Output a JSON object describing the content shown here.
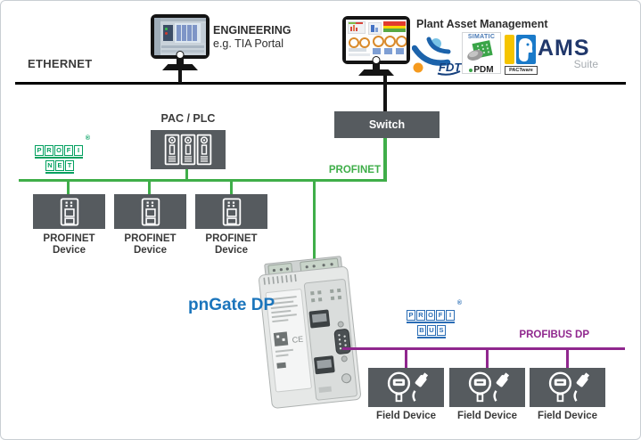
{
  "colors": {
    "ethernet_black": "#000000",
    "profinet_green": "#3fae49",
    "profinet_logo_green": "#00a05f",
    "profibus_purple": "#90278e",
    "profibus_logo_blue": "#2a6db5",
    "gateway_label_blue": "#1b75bc",
    "node_box_gray": "#565b5f",
    "label_text": "#3b3b3b"
  },
  "buses": {
    "ethernet": {
      "label": "ETHERNET"
    },
    "profinet": {
      "label": "PROFINET"
    },
    "profibus": {
      "label": "PROFIBUS DP"
    }
  },
  "workstations": {
    "engineering": {
      "line1": "ENGINEERING",
      "line2": "e.g. TIA Portal"
    },
    "pam": {
      "title": "Plant Asset Management"
    }
  },
  "nodes": {
    "pac_plc": {
      "label": "PAC / PLC"
    },
    "switch": {
      "label": "Switch"
    },
    "gateway": {
      "label": "pnGate DP"
    }
  },
  "profinet_devices": [
    {
      "line1": "PROFINET",
      "line2": "Device"
    },
    {
      "line1": "PROFINET",
      "line2": "Device"
    },
    {
      "line1": "PROFINET",
      "line2": "Device"
    }
  ],
  "field_devices": [
    {
      "label": "Field Device"
    },
    {
      "label": "Field Device"
    },
    {
      "label": "Field Device"
    }
  ],
  "logos": {
    "profinet": {
      "top": "PROFI",
      "bottom": "NET",
      "reg": "®"
    },
    "profibus": {
      "top": "PROFI",
      "bottom": "BUS",
      "reg": "®"
    },
    "fdt": {
      "label": "FDT"
    },
    "simatic_pdm": {
      "brand": "SIMATIC",
      "product": "PDM"
    },
    "pactware": {
      "label": "PACTware"
    },
    "ams": {
      "label": "AMS",
      "sub": "Suite"
    }
  },
  "icons": {
    "workstation": "monitor-icon",
    "plc": "plc-rack-icon",
    "profinet_device": "io-device-icon",
    "field_device": "field-transmitter-icon",
    "gateway": "din-rail-gateway-image"
  }
}
